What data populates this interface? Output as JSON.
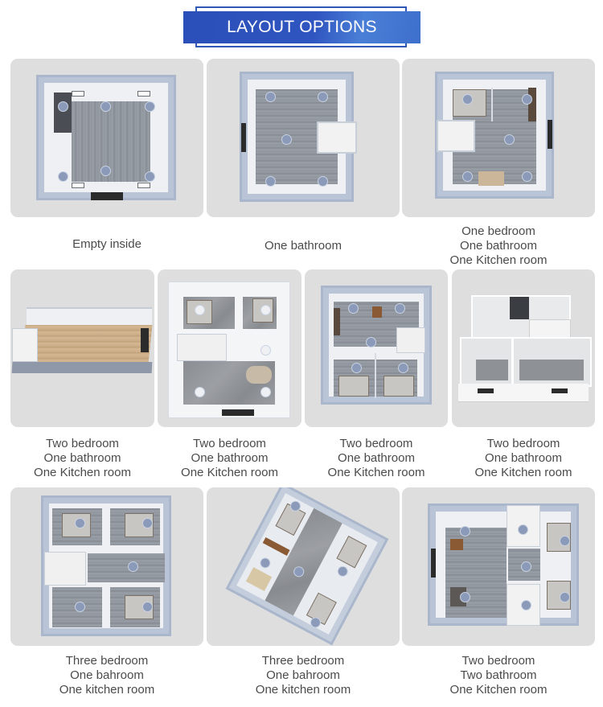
{
  "header": {
    "title": "LAYOUT OPTIONS",
    "colors": {
      "banner": "#2f55c0",
      "frame": "#2f57b5",
      "text": "#ffffff"
    }
  },
  "tile_background": "#dedede",
  "caption_color": "#4a4a4a",
  "rows": [
    {
      "options": [
        {
          "image": "floor-plan-empty",
          "caption": [
            "Empty inside"
          ]
        },
        {
          "image": "floor-plan-one-bathroom",
          "caption": [
            "One bathroom"
          ]
        },
        {
          "image": "floor-plan-1bed-1bath-1kitchen",
          "caption": [
            "One bedroom",
            "One bathroom",
            "One Kitchen room"
          ]
        }
      ]
    },
    {
      "options": [
        {
          "image": "floor-plan-2bed-perspective-wood",
          "caption": [
            "Two bedroom",
            "One bathroom",
            "One Kitchen room"
          ]
        },
        {
          "image": "floor-plan-2bed-stone-floor",
          "caption": [
            "Two bedroom",
            "One bathroom",
            "One Kitchen room"
          ]
        },
        {
          "image": "floor-plan-2bed-dining",
          "caption": [
            "Two bedroom",
            "One bathroom",
            "One Kitchen room"
          ]
        },
        {
          "image": "floor-plan-2bed-3d-white",
          "caption": [
            "Two bedroom",
            "One bathroom",
            "One Kitchen room"
          ]
        }
      ]
    },
    {
      "options": [
        {
          "image": "floor-plan-3bed-square",
          "caption": [
            "Three bedroom",
            "One bahroom",
            "One kitchen room"
          ]
        },
        {
          "image": "floor-plan-3bed-rotated",
          "caption": [
            "Three bedroom",
            "One bahroom",
            "One kitchen room"
          ]
        },
        {
          "image": "floor-plan-2bed-2bath",
          "caption": [
            "Two bedroom",
            "Two bathroom",
            "One Kitchen room"
          ]
        }
      ]
    }
  ]
}
